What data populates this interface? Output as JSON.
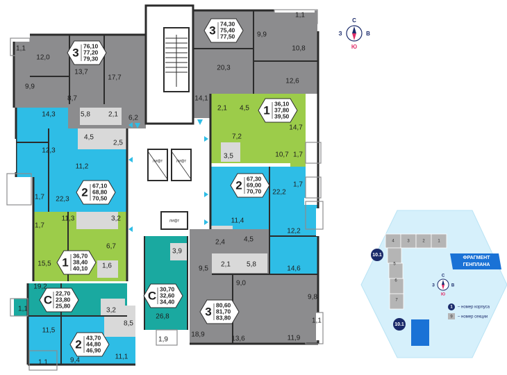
{
  "title": "План 2-13 этаж",
  "compass": {
    "n": "С",
    "s": "Ю",
    "w": "З",
    "e": "В"
  },
  "colors": {
    "gray": "#8c8c8e",
    "blue": "#2ebde6",
    "green": "#9ccc4a",
    "teal": "#1aa9a0",
    "wall": "#2b2b2b",
    "bath": "#d9d9d9"
  },
  "rooms": {
    "r1_1a": "1,1",
    "r12_0": "12,0",
    "r9_9a": "9,9",
    "r13_7": "13,7",
    "r17_7": "17,7",
    "r8_7": "8,7",
    "r5_8a": "5,8",
    "r2_1a": "2,1",
    "r6_2": "6,2",
    "r1_1b": "1,1",
    "r9_9b": "9,9",
    "r10_8": "10,8",
    "r20_3": "20,3",
    "r12_6": "12,6",
    "r14_1": "14,1",
    "r2_1b": "2,1",
    "r4_5a": "4,5",
    "r14_7": "14,7",
    "r14_3": "14,3",
    "r12_3": "12,3",
    "r4_5b": "4,5",
    "r2_5": "2,5",
    "r11_2": "11,2",
    "r22_3": "22,3",
    "r7_2": "7,2",
    "r3_5": "3,5",
    "r10_7": "10,7",
    "r1_7a": "1,7",
    "r22_2": "22,2",
    "r1_7b": "1,7",
    "r1_7c": "1,7",
    "r1_7d": "1,7",
    "r11_3": "11,3",
    "r3_2": "3,2",
    "r6_7": "6,7",
    "r15_5": "15,5",
    "r1_6": "1,6",
    "r11_4": "11,4",
    "r12_2": "12,2",
    "r2_4": "2,4",
    "r4_5c": "4,5",
    "r3_9": "3,9",
    "r9_5": "9,5",
    "r2_1c": "2,1",
    "r5_8b": "5,8",
    "r14_6": "14,6",
    "r9_0": "9,0",
    "r9_8": "9,8",
    "r19_2": "19,2",
    "r1_1c": "1,1",
    "r3_2b": "3,2",
    "r8_5": "8,5",
    "r26_8": "26,8",
    "r11_5": "11,5",
    "r11_1": "11,1",
    "r9_4": "9,4",
    "r1_9": "1,9",
    "r1_1d": "1,1",
    "r1_1e": "1,1",
    "r18_9": "18,9",
    "r13_6": "13,6",
    "r11_9": "11,9"
  },
  "lift": "лифт",
  "apartments": [
    {
      "n": "3",
      "a1": "76,10",
      "a2": "77,20",
      "a3": "79,30"
    },
    {
      "n": "3",
      "a1": "74,30",
      "a2": "75,40",
      "a3": "77,50"
    },
    {
      "n": "1",
      "a1": "36,10",
      "a2": "37,80",
      "a3": "39,50"
    },
    {
      "n": "2",
      "a1": "67,10",
      "a2": "68,80",
      "a3": "70,50"
    },
    {
      "n": "2",
      "a1": "67,30",
      "a2": "69,00",
      "a3": "70,70"
    },
    {
      "n": "1",
      "a1": "36,70",
      "a2": "38,40",
      "a3": "40,10"
    },
    {
      "n": "С",
      "a1": "22,70",
      "a2": "23,80",
      "a3": "25,80"
    },
    {
      "n": "С",
      "a1": "30,70",
      "a2": "32,60",
      "a3": "34,40"
    },
    {
      "n": "3",
      "a1": "80,60",
      "a2": "81,70",
      "a3": "83,80"
    },
    {
      "n": "2",
      "a1": "43,70",
      "a2": "44,80",
      "a3": "46,90"
    }
  ],
  "inset": {
    "banner": "ФРАГМЕНТ ГЕНПЛАНА",
    "badge_top": "10.1",
    "badge_bottom": "10.1",
    "sections": [
      "4",
      "3",
      "2",
      "1",
      "5",
      "6",
      "7"
    ],
    "legend_badge": "1",
    "legend_badge2": "9",
    "legend1": "– номер корпуса",
    "legend2": "– номер секции"
  }
}
